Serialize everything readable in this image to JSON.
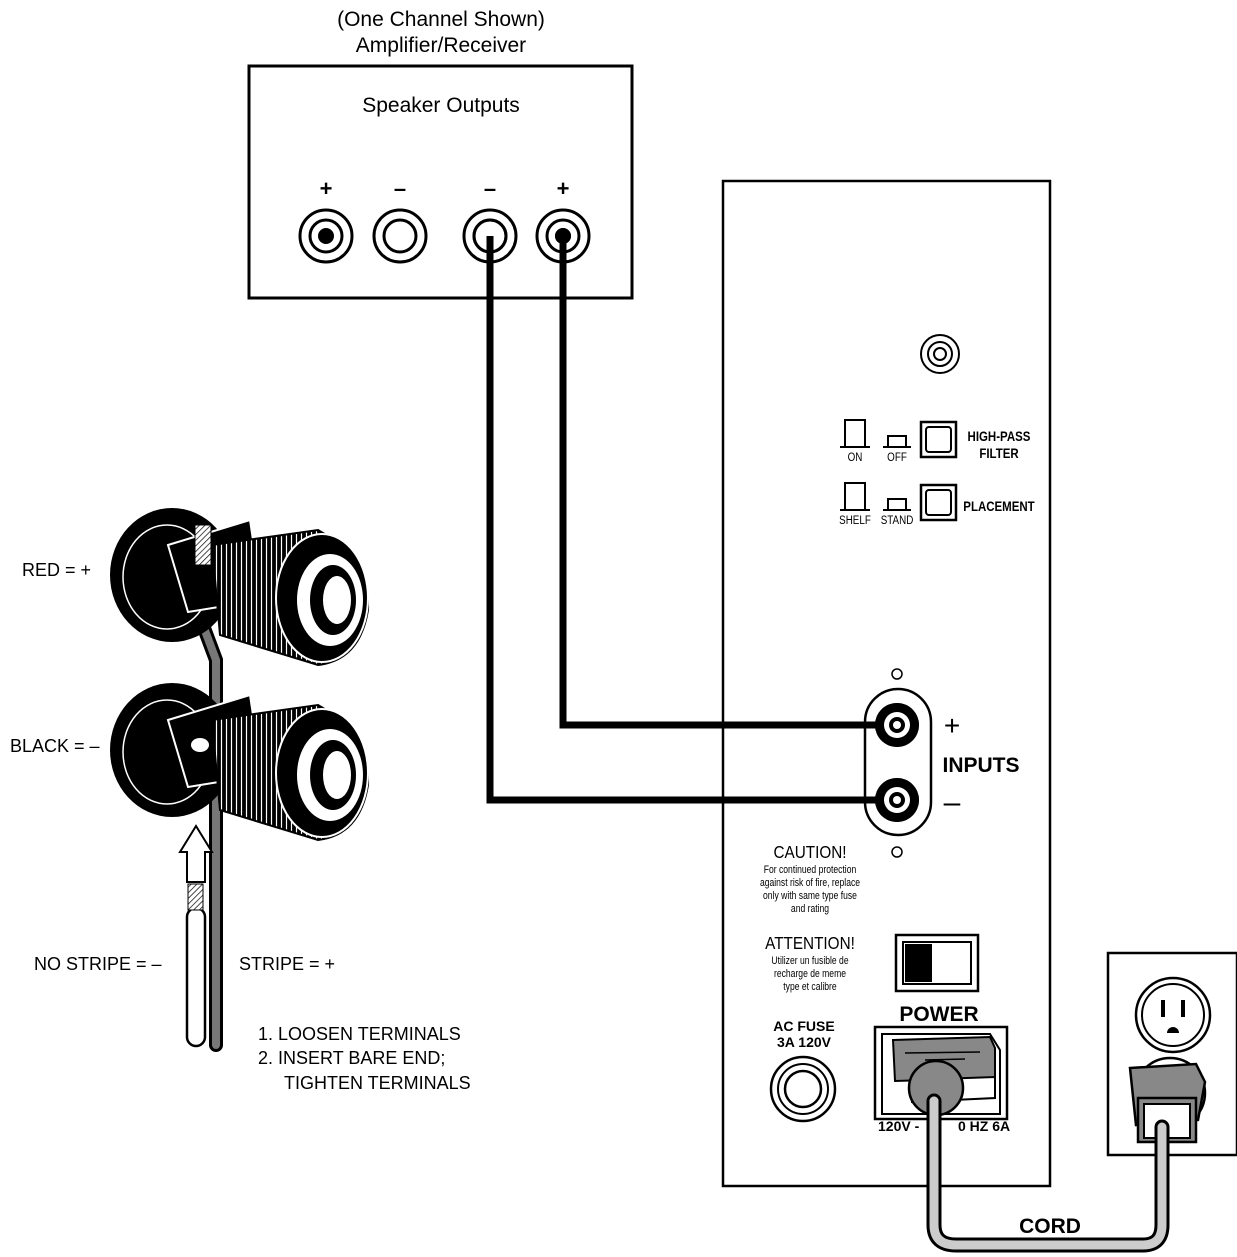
{
  "amplifier": {
    "caption_line1": "(One Channel Shown)",
    "caption_line2": "Amplifier/Receiver",
    "panel_title": "Speaker Outputs",
    "terminal_signs": [
      "+",
      "–",
      "–",
      "+"
    ]
  },
  "subwoofer_panel": {
    "switches": [
      {
        "left_label": "ON",
        "right_label": "OFF",
        "name_line1": "HIGH-PASS",
        "name_line2": "FILTER"
      },
      {
        "left_label": "SHELF",
        "right_label": "STAND",
        "name_line1": "PLACEMENT",
        "name_line2": ""
      }
    ],
    "inputs": {
      "plus": "+",
      "minus": "–",
      "label": "INPUTS"
    },
    "caution": {
      "title": "CAUTION!",
      "lines": [
        "For continued protection",
        "against risk of fire, replace",
        "only with same type fuse",
        "and rating"
      ]
    },
    "attention": {
      "title": "ATTENTION!",
      "lines": [
        "Utilizer un fusible de",
        "recharge de meme",
        "type et calibre"
      ]
    },
    "fuse": {
      "line1": "AC FUSE",
      "line2": "3A 120V"
    },
    "power": {
      "label": "POWER",
      "rating_left": "120V -",
      "rating_right": "0 HZ 6A"
    }
  },
  "cord_label": "CORD",
  "binding_posts": {
    "red_label": "RED = +",
    "black_label": "BLACK = –",
    "no_stripe_label": "NO STRIPE = –",
    "stripe_label": "STRIPE = +",
    "steps": [
      "1. LOOSEN TERMINALS",
      "2. INSERT BARE END;",
      "TIGHTEN TERMINALS"
    ]
  }
}
